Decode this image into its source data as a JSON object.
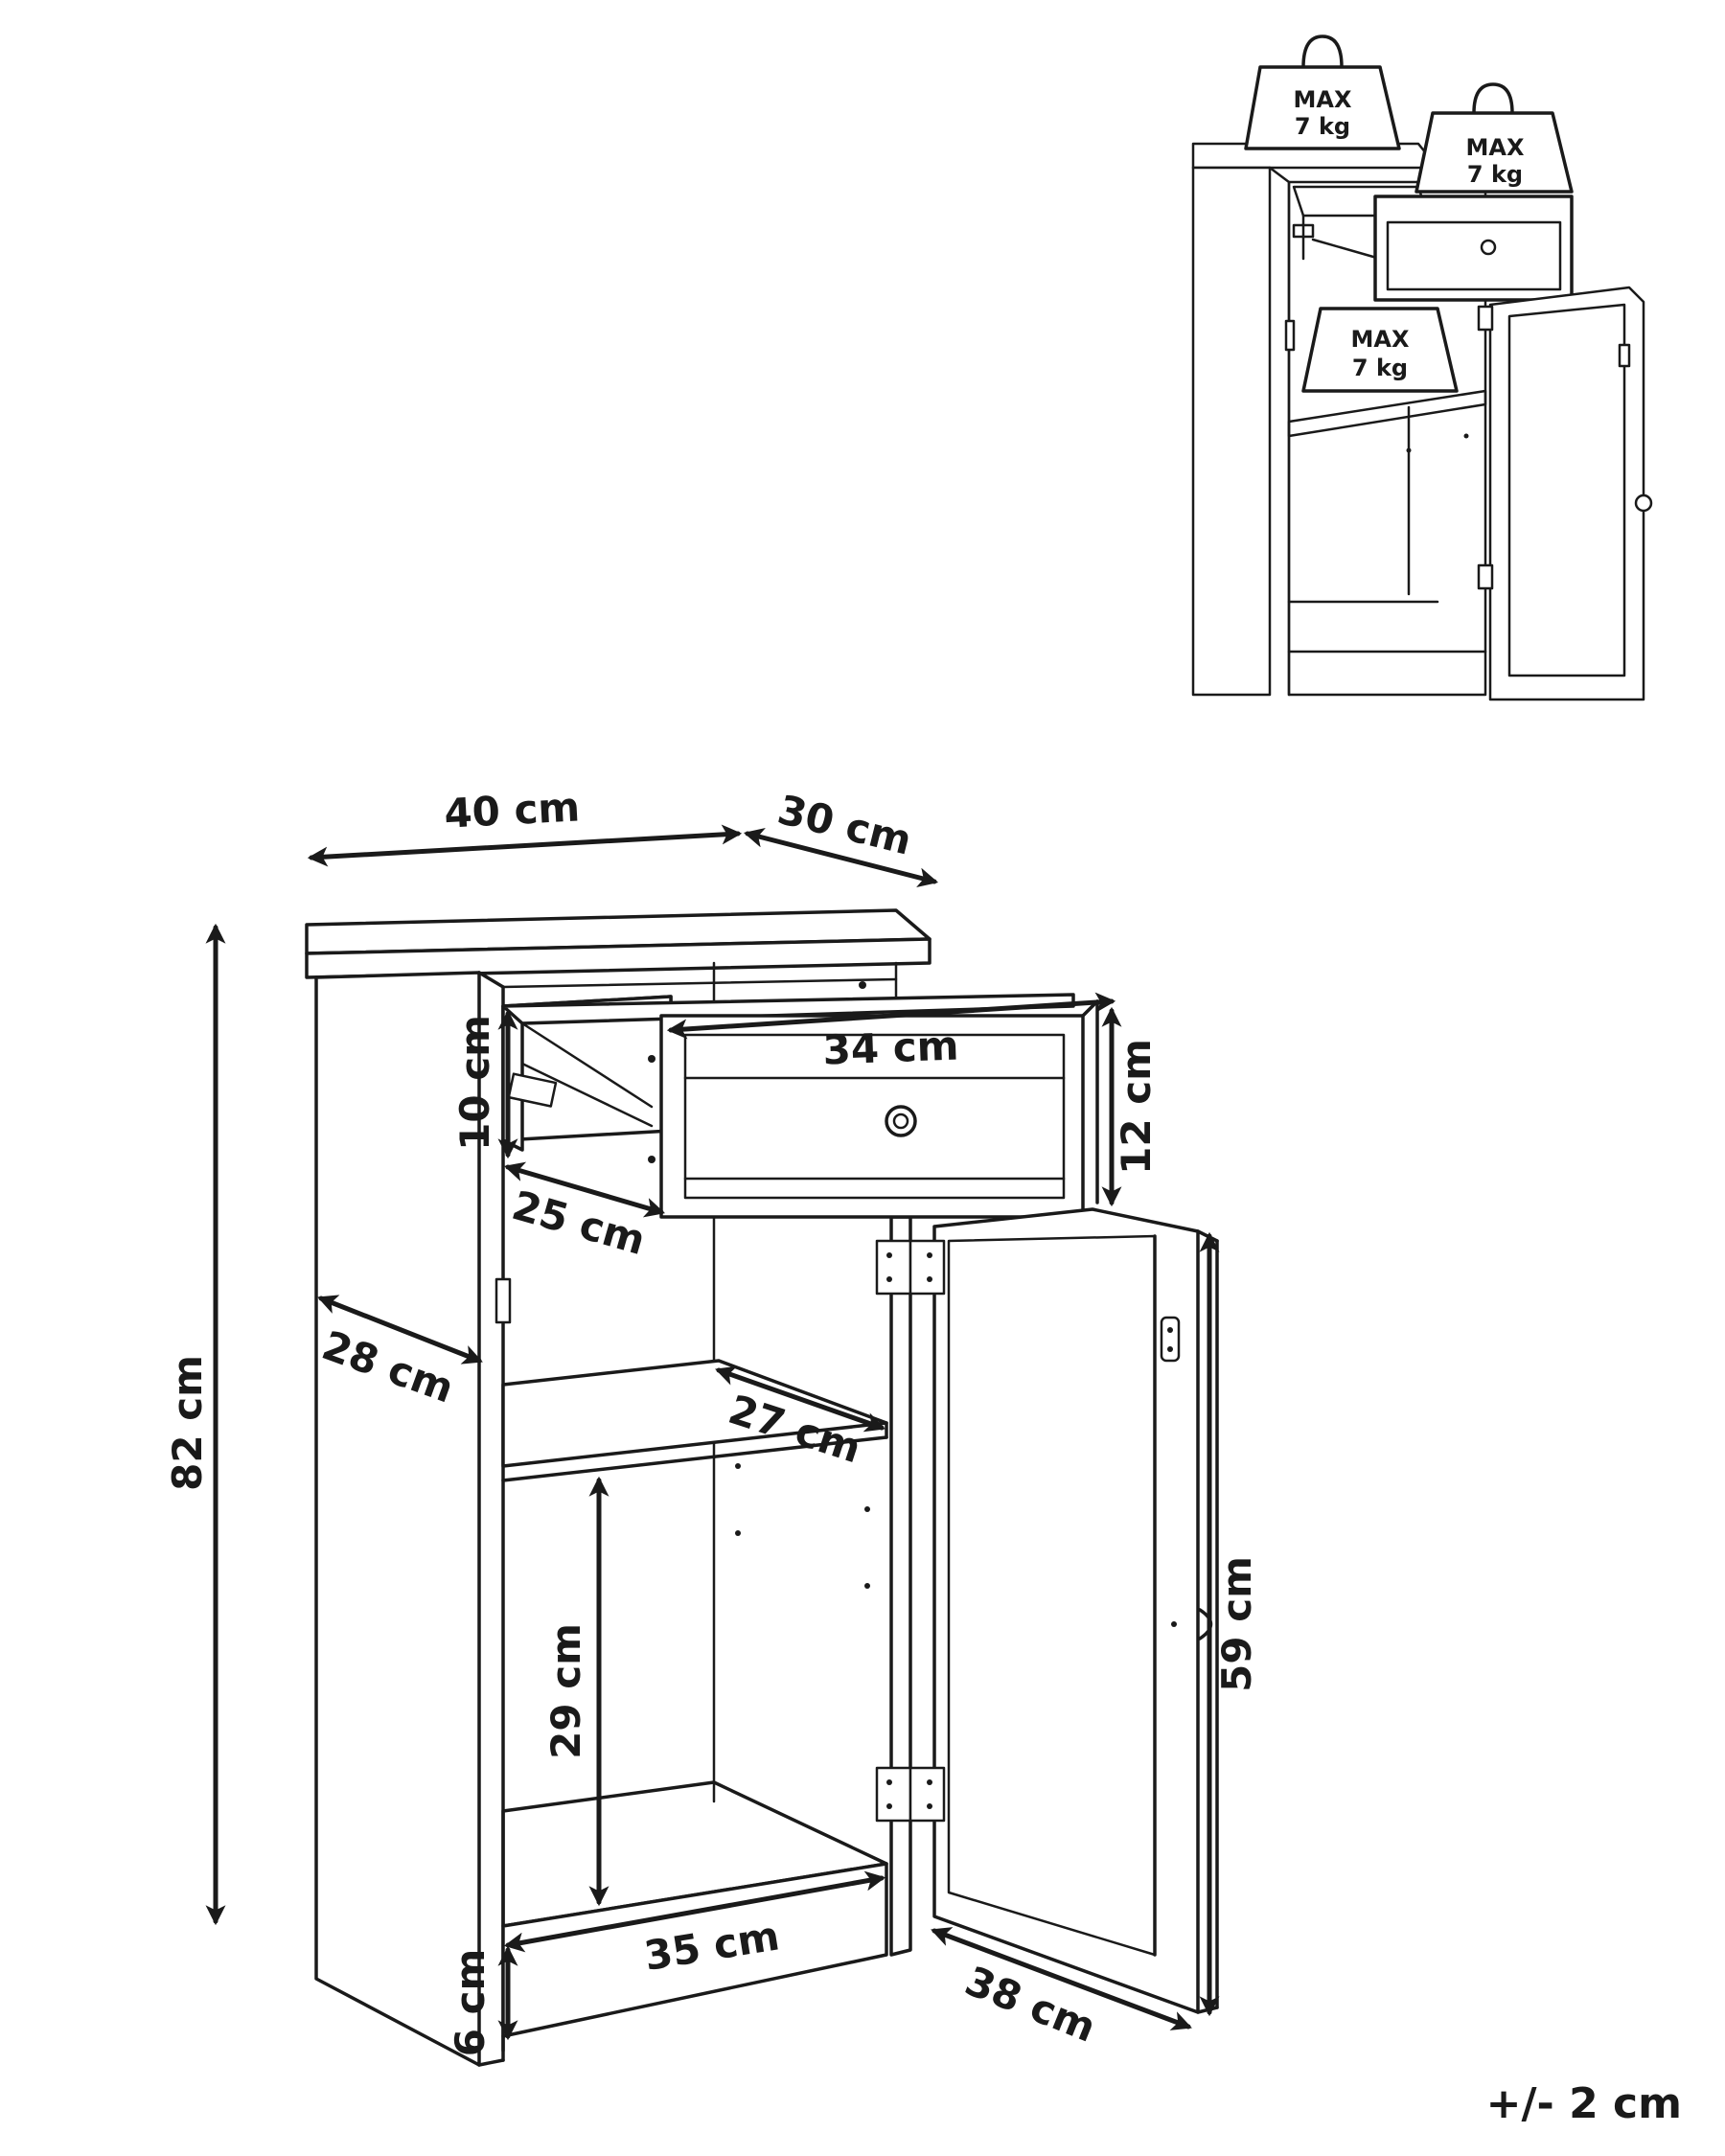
{
  "dimensions": {
    "width": "40 cm",
    "depth": "30 cm",
    "height": "82 cm",
    "drawer_inner_width": "34 cm",
    "drawer_inner_height": "10 cm",
    "drawer_front_height": "12 cm",
    "drawer_inner_depth": "25 cm",
    "side_depth": "28 cm",
    "shelf_depth": "27 cm",
    "lower_compartment_height": "29 cm",
    "bottom_inner_width": "35 cm",
    "plinth_height": "6 cm",
    "door_width": "38 cm",
    "door_height": "59 cm"
  },
  "load_limits": {
    "top": {
      "line1": "MAX",
      "line2": "7 kg"
    },
    "drawer": {
      "line1": "MAX",
      "line2": "7 kg"
    },
    "shelf": {
      "line1": "MAX",
      "line2": "7 kg"
    }
  },
  "tolerance": "+/- 2 cm"
}
